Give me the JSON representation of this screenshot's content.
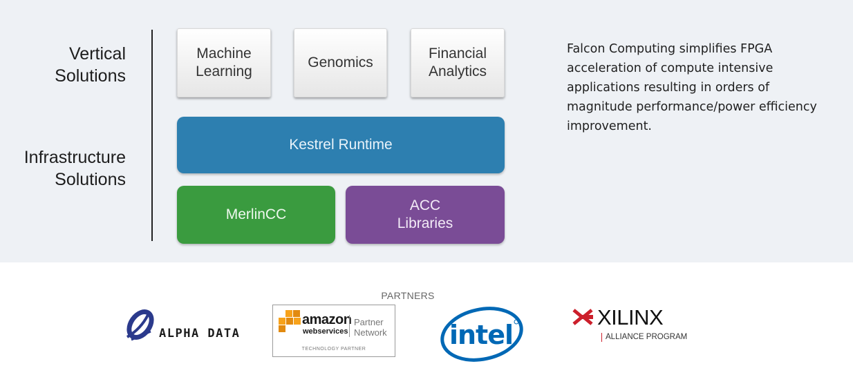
{
  "diagram": {
    "labels": {
      "vertical": [
        "Vertical",
        "Solutions"
      ],
      "infrastructure": [
        "Infrastructure",
        "Solutions"
      ]
    },
    "vertical_boxes": [
      {
        "lines": [
          "Machine",
          "Learning"
        ]
      },
      {
        "lines": [
          "Genomics"
        ]
      },
      {
        "lines": [
          "Financial",
          "Analytics"
        ]
      }
    ],
    "kestrel": {
      "label": "Kestrel Runtime",
      "color": "#2d7fb0"
    },
    "merlin": {
      "label": "MerlinCC",
      "color": "#3a9b3f"
    },
    "acc": {
      "lines": [
        "ACC",
        "Libraries"
      ],
      "color": "#7a4c96"
    }
  },
  "description": "Falcon Computing simplifies FPGA acceleration of compute intensive applications resulting in orders of magnitude performance/power efficiency improvement.",
  "partners": {
    "heading": "PARTNERS",
    "alpha_data": {
      "name": "ALPHA DATA"
    },
    "amazon": {
      "brand": "amazon",
      "sub": "webservices",
      "network": [
        "Partner",
        "Network"
      ],
      "tier": "TECHNOLOGY PARTNER"
    },
    "intel": {
      "name": "intel"
    },
    "xilinx": {
      "name": "XILINX",
      "program": "ALLIANCE PROGRAM"
    }
  },
  "colors": {
    "panel_bg": "#eef1f5",
    "intel_blue": "#0068b5",
    "aws_orange": "#f7a21b",
    "xilinx_red": "#cc1f2b",
    "alpha_blue": "#2b3a8c"
  }
}
